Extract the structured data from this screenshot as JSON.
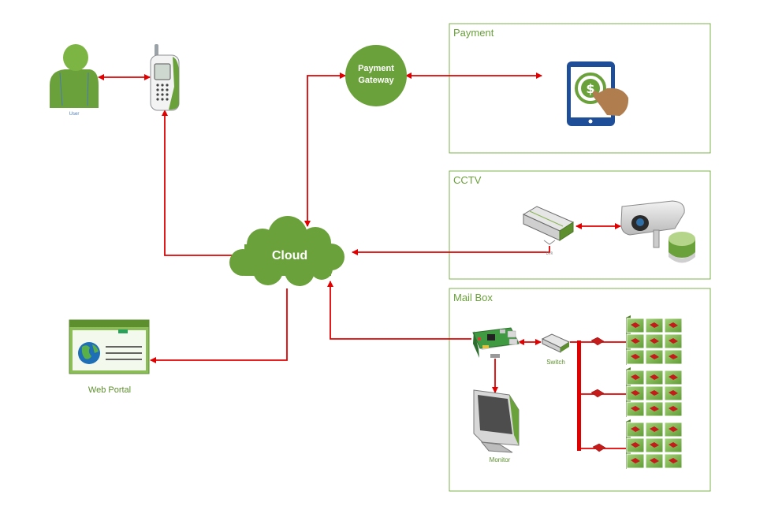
{
  "panels": {
    "payment": "Payment",
    "cctv": "CCTV",
    "mailbox": "Mail Box"
  },
  "nodes": {
    "cloud": "Cloud",
    "gateway_line1": "Payment",
    "gateway_line2": "Gateway",
    "user": "User",
    "web_portal": "Web Portal",
    "switch": "Switch",
    "monitor": "Monitor",
    "dvr": "DVR"
  },
  "colors": {
    "green": "#6aa13a",
    "dark_green": "#5d8f2e",
    "connector": "#e00000",
    "panel_border": "#7cb24e",
    "tablet_blue": "#1f4e99"
  },
  "icons": [
    "user-icon",
    "mobile-phone-icon",
    "payment-tablet-icon",
    "dvr-icon",
    "cctv-camera-icon",
    "globe-icon",
    "raspberry-pi-icon",
    "switch-icon",
    "monitor-icon",
    "mailbox-locker-icon"
  ]
}
